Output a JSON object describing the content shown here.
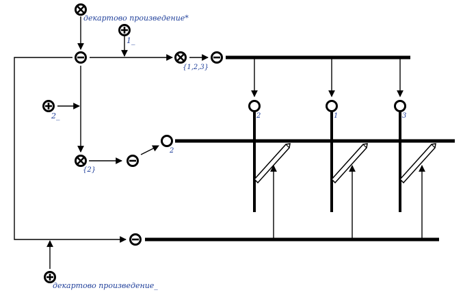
{
  "labels": {
    "cartesian_product_star": "декартово произведение*",
    "cartesian_product_under": "декартово произведение_",
    "role_1": "1_",
    "role_2": "2_",
    "set_123": "{1,2,3}",
    "set_2": "{2}",
    "node_2": "2",
    "col_2": "2",
    "col_1": "1",
    "col_3": "3"
  },
  "icons": {
    "plus_node": "circle-plus-icon",
    "minus_node": "circle-minus-icon",
    "times_node": "circle-times-icon",
    "empty_node": "circle-node-icon"
  },
  "colors": {
    "label": "#1f3f9a",
    "line": "#000000"
  }
}
